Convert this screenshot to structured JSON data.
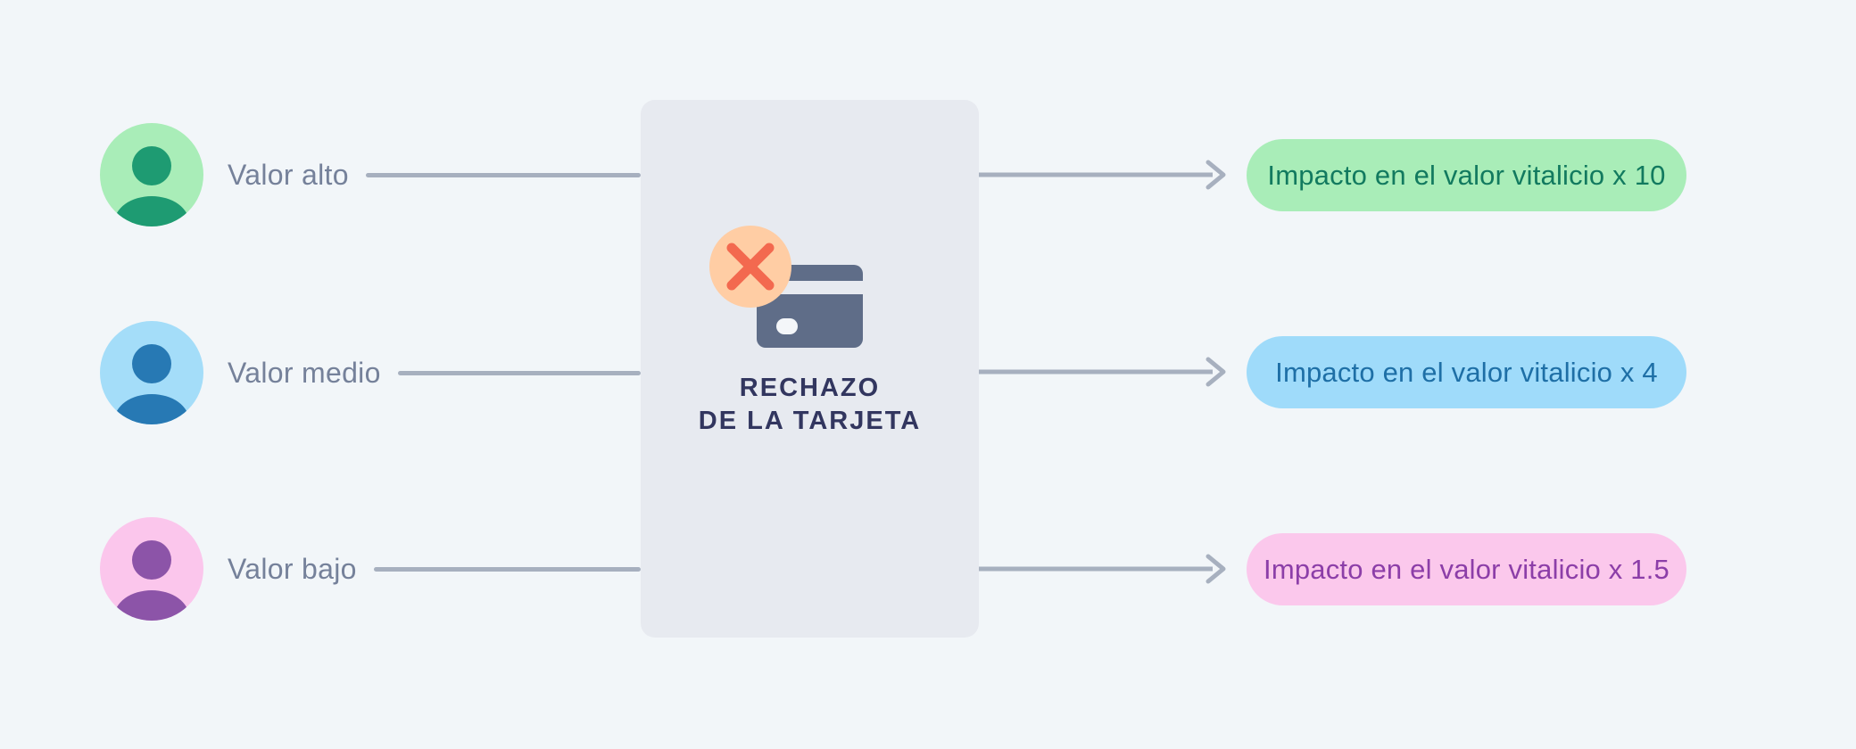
{
  "page": {
    "background_color": "#f2f6f9",
    "connector_color": "#a7b0bf",
    "label_color": "#75819a"
  },
  "rows": [
    {
      "label": "Valor alto",
      "avatar": {
        "icon": "user-avatar-icon",
        "bg": "#a9edb8",
        "fg": "#1e9b72"
      },
      "pill": {
        "text": "Impacto en el valor vitalicio x 10",
        "bg": "#a9edb8",
        "fg": "#127a5f"
      }
    },
    {
      "label": "Valor medio",
      "avatar": {
        "icon": "user-avatar-icon",
        "bg": "#a4ddf9",
        "fg": "#2779b4"
      },
      "pill": {
        "text": "Impacto en el valor vitalicio x 4",
        "bg": "#9fdbfa",
        "fg": "#1e6fa6"
      }
    },
    {
      "label": "Valor bajo",
      "avatar": {
        "icon": "user-avatar-icon",
        "bg": "#fbc6ec",
        "fg": "#8c54a8"
      },
      "pill": {
        "text": "Impacto en el valor vitalicio x 1.5",
        "bg": "#fbc8ec",
        "fg": "#8c3ea8"
      }
    }
  ],
  "center_card": {
    "title_line1": "RECHAZO",
    "title_line2": "DE LA TARJETA",
    "bg": "#e7eaf0",
    "title_color": "#32365f",
    "icon": {
      "name": "card-declined-icon",
      "card_color": "#5f6d88",
      "chip_color": "#f4f6f9",
      "badge_bg": "#ffcda4",
      "x_color": "#f3694f"
    }
  }
}
